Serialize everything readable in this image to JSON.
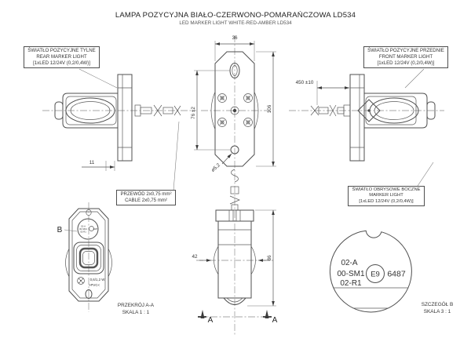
{
  "title": {
    "line1": "LAMPA POZYCYJNA BIAŁO-CZERWONO-POMARAŃCZOWA LD534",
    "line2": "LED MARKER LIGHT WHITE-RED-AMBER LD534"
  },
  "callouts": {
    "rear": {
      "l1": "ŚWIATŁO POZYCYJNE TYLNE",
      "l2": "REAR MARKER LIGHT",
      "l3": "[1xLED 12/24V (0,2/0,4W)]"
    },
    "front": {
      "l1": "ŚWIATŁO POZYCYJNE PRZEDNIE",
      "l2": "FRONT MARKER LIGHT",
      "l3": "[1xLED 12/24V (0,2/0,4W)]"
    },
    "side": {
      "l1": "ŚWIATŁO OBRYSOWE BOCZNE",
      "l2": "MARKER LIGHT",
      "l3": "[1xLED 12/24V (0,2/0,4W)]"
    },
    "cable": {
      "l1": "PRZEWÓD 2x0,75 mm²",
      "l2": "CABLE 2x0,75 mm²"
    }
  },
  "dims": {
    "top_width": "36",
    "hole_spacing": "76 ±2",
    "overall_height": "106",
    "hole_dia": "⌀5,2",
    "cable_length": "450 ±10",
    "flange": "11",
    "lens_width": "42",
    "body_height": "86"
  },
  "refs": {
    "detail": "B",
    "section": "A"
  },
  "detail_b": {
    "rows": [
      "02-A",
      "00-SM1",
      "02-R1"
    ],
    "e_mark": "E9",
    "approval": "6487"
  },
  "lamp_markings": {
    "power": "0,6/1,2 W",
    "material": ">PVC<"
  },
  "captions": {
    "section_title": "PRZEKRÓJ A-A",
    "section_scale": "SKALA 1 : 1",
    "detail_title": "SZCZEGÓŁ B",
    "detail_scale": "SKALA 3 : 1"
  },
  "colors": {
    "line": "#4f4f4f",
    "text": "#333333",
    "background": "#ffffff"
  }
}
